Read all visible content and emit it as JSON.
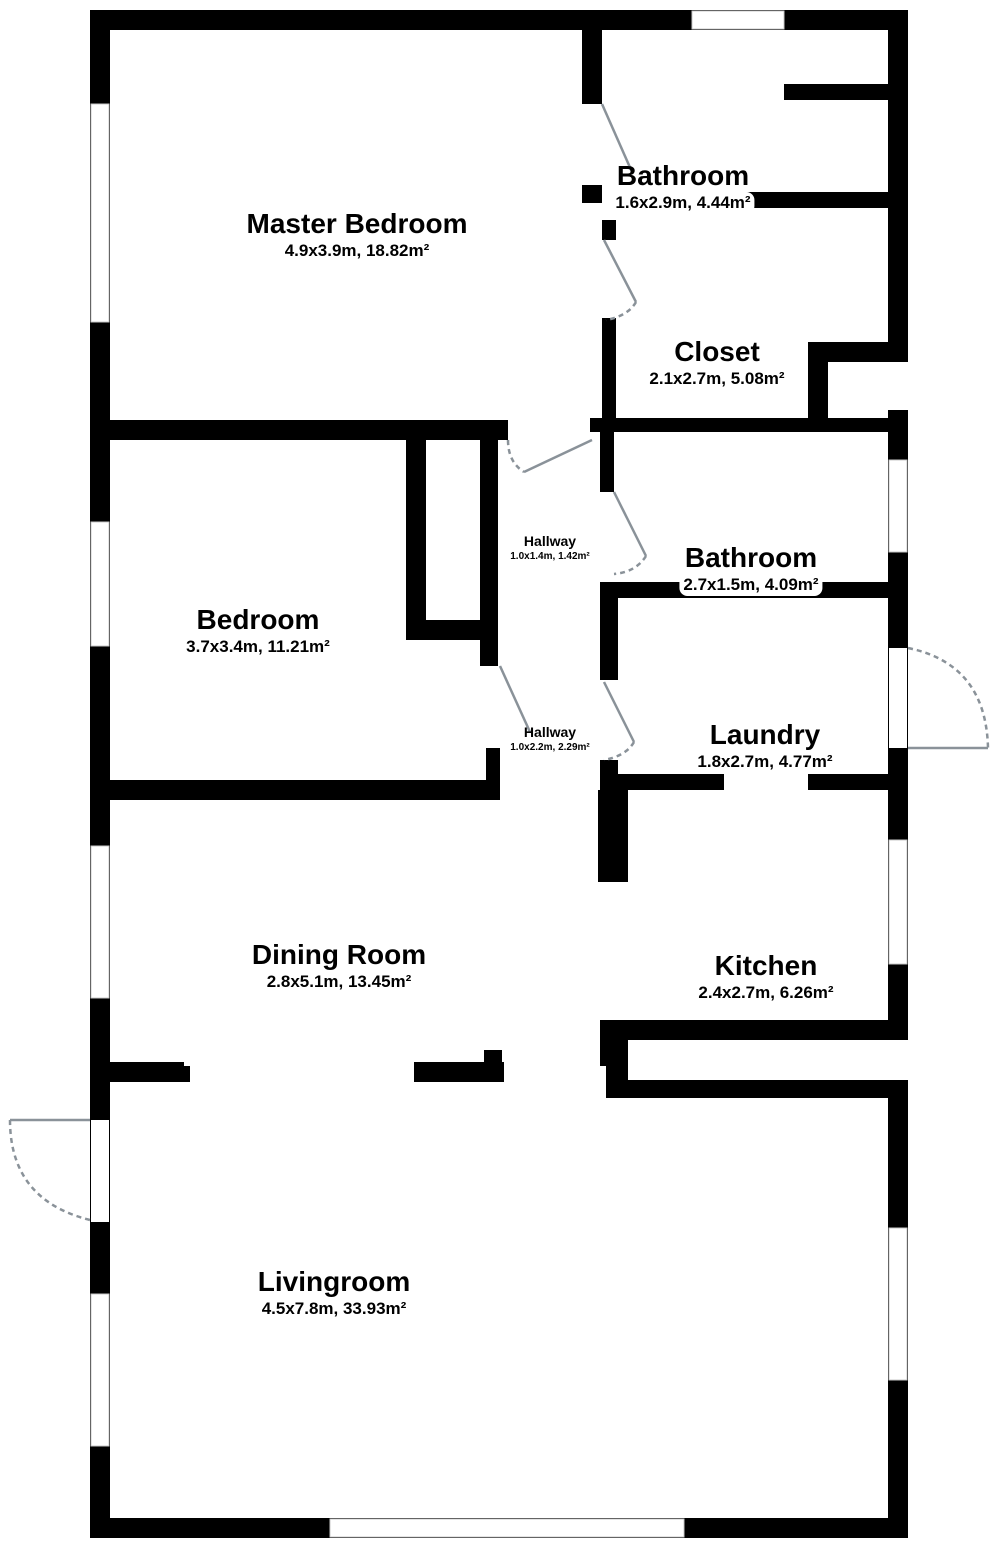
{
  "rooms": {
    "master_bedroom": {
      "name": "Master Bedroom",
      "dims": "4.9x3.9m, 18.82m²"
    },
    "bathroom_1": {
      "name": "Bathroom",
      "dims": "1.6x2.9m, 4.44m²"
    },
    "closet": {
      "name": "Closet",
      "dims": "2.1x2.7m, 5.08m²"
    },
    "hallway_1": {
      "name": "Hallway",
      "dims": "1.0x1.4m, 1.42m²"
    },
    "bathroom_2": {
      "name": "Bathroom",
      "dims": "2.7x1.5m, 4.09m²"
    },
    "bedroom": {
      "name": "Bedroom",
      "dims": "3.7x3.4m, 11.21m²"
    },
    "hallway_2": {
      "name": "Hallway",
      "dims": "1.0x2.2m, 2.29m²"
    },
    "laundry": {
      "name": "Laundry",
      "dims": "1.8x2.7m, 4.77m²"
    },
    "dining_room": {
      "name": "Dining Room",
      "dims": "2.8x5.1m, 13.45m²"
    },
    "kitchen": {
      "name": "Kitchen",
      "dims": "2.4x2.7m, 6.26m²"
    },
    "livingroom": {
      "name": "Livingroom",
      "dims": "4.5x7.8m, 33.93m²"
    }
  }
}
